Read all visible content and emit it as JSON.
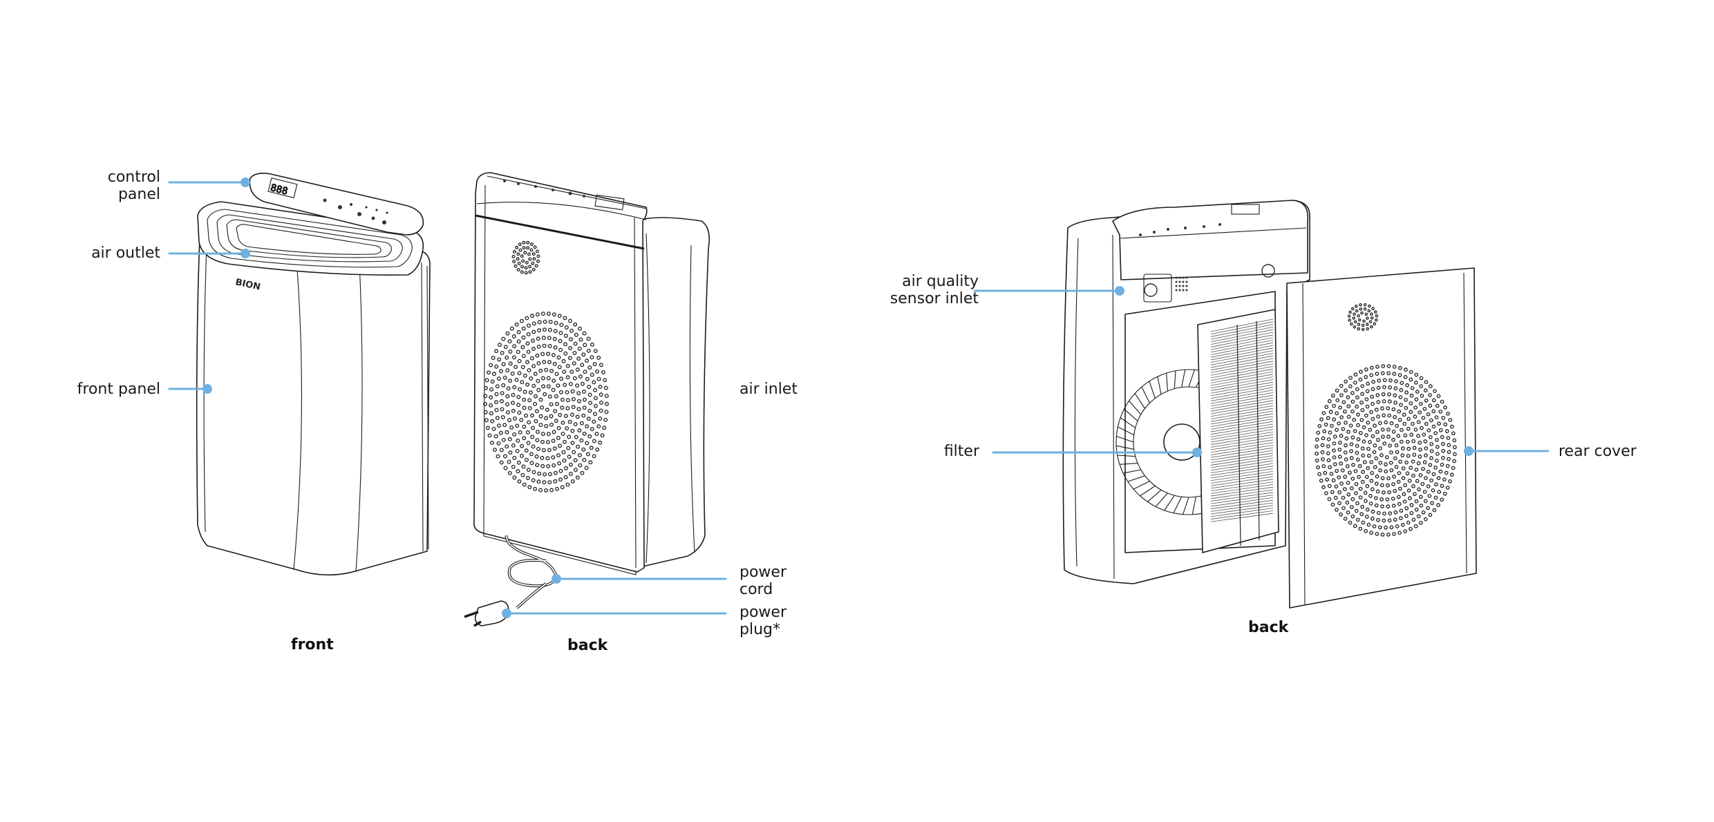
{
  "accent_color": "#6fb0e0",
  "brand_mark": "BION",
  "figures": [
    {
      "caption": "front"
    },
    {
      "caption": "back"
    },
    {
      "caption": "back"
    }
  ],
  "labels": {
    "control_panel": [
      "control",
      "panel"
    ],
    "air_outlet": "air outlet",
    "front_panel": "front panel",
    "air_inlet": "air inlet",
    "power_cord": [
      "power",
      "cord"
    ],
    "power_plug": [
      "power",
      "plug*"
    ],
    "air_quality_sensor_inlet": [
      "air quality",
      "sensor inlet"
    ],
    "filter": "filter",
    "rear_cover": "rear cover"
  },
  "display_digits": "888"
}
